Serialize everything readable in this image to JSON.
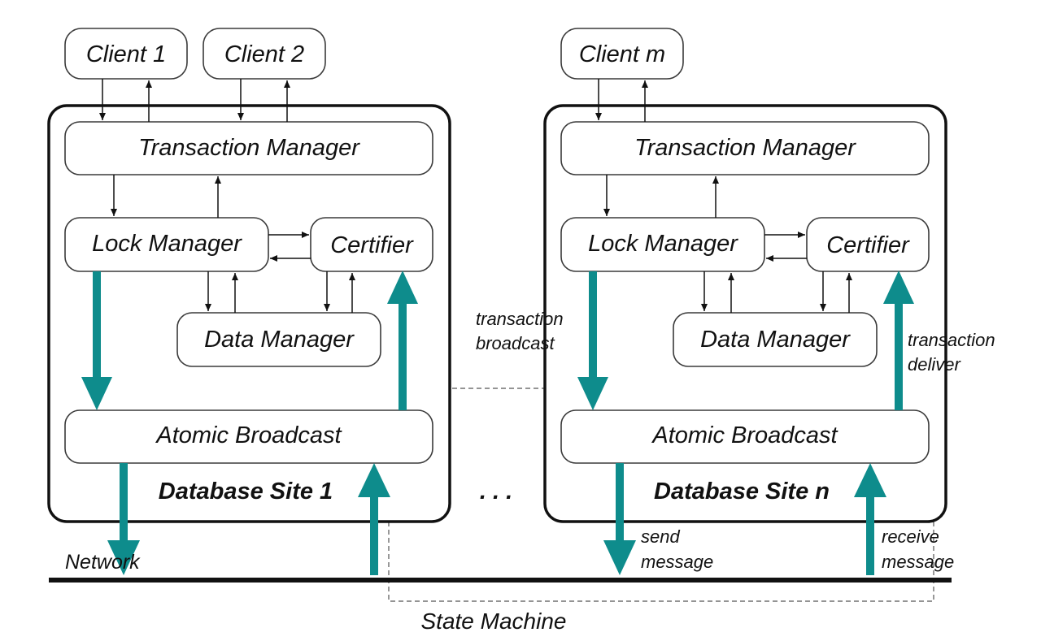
{
  "colors": {
    "accent": "#0e8c8c",
    "line": "#111111"
  },
  "clients": {
    "c1": "Client 1",
    "c2": "Client 2",
    "cm": "Client m"
  },
  "site1": {
    "transaction_manager": "Transaction Manager",
    "lock_manager": "Lock Manager",
    "certifier": "Certifier",
    "data_manager": "Data Manager",
    "atomic_broadcast": "Atomic Broadcast",
    "title": "Database Site 1"
  },
  "siten": {
    "transaction_manager": "Transaction Manager",
    "lock_manager": "Lock Manager",
    "certifier": "Certifier",
    "data_manager": "Data Manager",
    "atomic_broadcast": "Atomic Broadcast",
    "title": "Database Site n"
  },
  "ellipsis": ". . .",
  "labels": {
    "transaction_broadcast_1": "transaction",
    "transaction_broadcast_2": "broadcast",
    "transaction_deliver_1": "transaction",
    "transaction_deliver_2": "deliver",
    "send_message_1": "send",
    "send_message_2": "message",
    "receive_message_1": "receive",
    "receive_message_2": "message",
    "network": "Network",
    "state_machine": "State Machine"
  }
}
